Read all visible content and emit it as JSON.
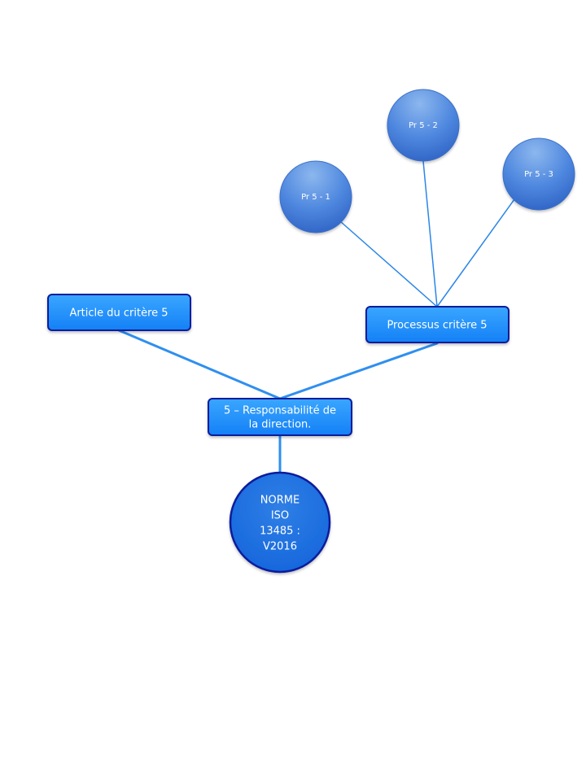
{
  "diagram": {
    "root": {
      "lines": [
        "NORME",
        "ISO",
        "13485 :",
        "V2016"
      ]
    },
    "chapter": {
      "lines": [
        "5 – Responsabilité de",
        "la direction."
      ]
    },
    "article": {
      "label": "Article du critère 5"
    },
    "process": {
      "label": "Processus critère 5"
    },
    "sub_processes": [
      {
        "label": "Pr 5 - 1"
      },
      {
        "label": "Pr 5 - 2"
      },
      {
        "label": "Pr 5 - 3"
      }
    ]
  }
}
